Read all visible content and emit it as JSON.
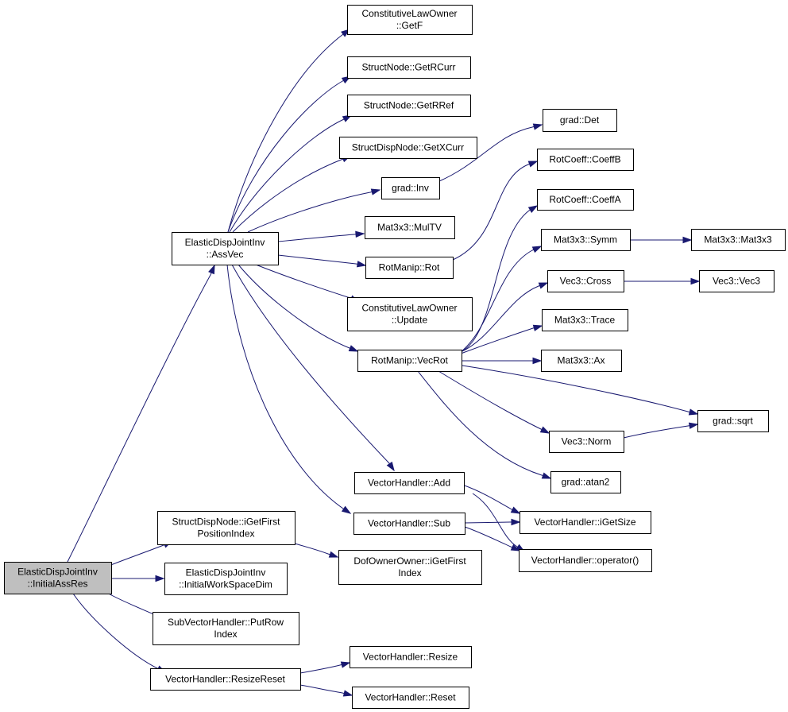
{
  "nodes": {
    "initialassres": [
      "ElasticDispJointInv",
      "::InitialAssRes"
    ],
    "assvec": [
      "ElasticDispJointInv",
      "::AssVec"
    ],
    "getf": [
      "ConstitutiveLawOwner",
      "::GetF"
    ],
    "getrcurr": [
      "StructNode::GetRCurr"
    ],
    "getrref": [
      "StructNode::GetRRef"
    ],
    "getxcurr": [
      "StructDispNode::GetXCurr"
    ],
    "inv": [
      "grad::Inv"
    ],
    "multv": [
      "Mat3x3::MulTV"
    ],
    "rot": [
      "RotManip::Rot"
    ],
    "update": [
      "ConstitutiveLawOwner",
      "::Update"
    ],
    "vecrot": [
      "RotManip::VecRot"
    ],
    "det": [
      "grad::Det"
    ],
    "coeffb": [
      "RotCoeff::CoeffB"
    ],
    "coeffa": [
      "RotCoeff::CoeffA"
    ],
    "symm": [
      "Mat3x3::Symm"
    ],
    "mat3x3": [
      "Mat3x3::Mat3x3"
    ],
    "cross": [
      "Vec3::Cross"
    ],
    "vec3": [
      "Vec3::Vec3"
    ],
    "trace": [
      "Mat3x3::Trace"
    ],
    "ax": [
      "Mat3x3::Ax"
    ],
    "sqrt": [
      "grad::sqrt"
    ],
    "norm": [
      "Vec3::Norm"
    ],
    "atan2": [
      "grad::atan2"
    ],
    "add": [
      "VectorHandler::Add"
    ],
    "sub": [
      "VectorHandler::Sub"
    ],
    "igetsize": [
      "VectorHandler::iGetSize"
    ],
    "operator": [
      "VectorHandler::operator()"
    ],
    "igetfirstpositionindex": [
      "StructDispNode::iGetFirst",
      "PositionIndex"
    ],
    "dofigetfirstindex": [
      "DofOwnerOwner::iGetFirst",
      "Index"
    ],
    "initialworkspacedim": [
      "ElasticDispJointInv",
      "::InitialWorkSpaceDim"
    ],
    "putrowindex": [
      "SubVectorHandler::PutRow",
      "Index"
    ],
    "resizereset": [
      "VectorHandler::ResizeReset"
    ],
    "resize": [
      "VectorHandler::Resize"
    ],
    "reset": [
      "VectorHandler::Reset"
    ]
  },
  "edges": [
    [
      "initialassres",
      "assvec"
    ],
    [
      "initialassres",
      "igetfirstpositionindex"
    ],
    [
      "initialassres",
      "initialworkspacedim"
    ],
    [
      "initialassres",
      "putrowindex"
    ],
    [
      "initialassres",
      "resizereset"
    ],
    [
      "assvec",
      "getf"
    ],
    [
      "assvec",
      "getrcurr"
    ],
    [
      "assvec",
      "getrref"
    ],
    [
      "assvec",
      "getxcurr"
    ],
    [
      "assvec",
      "inv"
    ],
    [
      "assvec",
      "multv"
    ],
    [
      "assvec",
      "rot"
    ],
    [
      "assvec",
      "update"
    ],
    [
      "assvec",
      "vecrot"
    ],
    [
      "assvec",
      "add"
    ],
    [
      "assvec",
      "sub"
    ],
    [
      "inv",
      "det"
    ],
    [
      "rot",
      "coeffb"
    ],
    [
      "vecrot",
      "coeffa"
    ],
    [
      "vecrot",
      "symm"
    ],
    [
      "vecrot",
      "cross"
    ],
    [
      "vecrot",
      "trace"
    ],
    [
      "vecrot",
      "ax"
    ],
    [
      "vecrot",
      "sqrt"
    ],
    [
      "vecrot",
      "norm"
    ],
    [
      "vecrot",
      "atan2"
    ],
    [
      "symm",
      "mat3x3"
    ],
    [
      "cross",
      "vec3"
    ],
    [
      "norm",
      "sqrt"
    ],
    [
      "add",
      "igetsize"
    ],
    [
      "add",
      "operator"
    ],
    [
      "sub",
      "igetsize"
    ],
    [
      "sub",
      "operator"
    ],
    [
      "igetfirstpositionindex",
      "dofigetfirstindex"
    ],
    [
      "resizereset",
      "resize"
    ],
    [
      "resizereset",
      "reset"
    ]
  ],
  "colors": {
    "edge": "#191970",
    "root_fill": "#bfbfbf",
    "node_fill": "#ffffff",
    "node_border": "#000000"
  }
}
